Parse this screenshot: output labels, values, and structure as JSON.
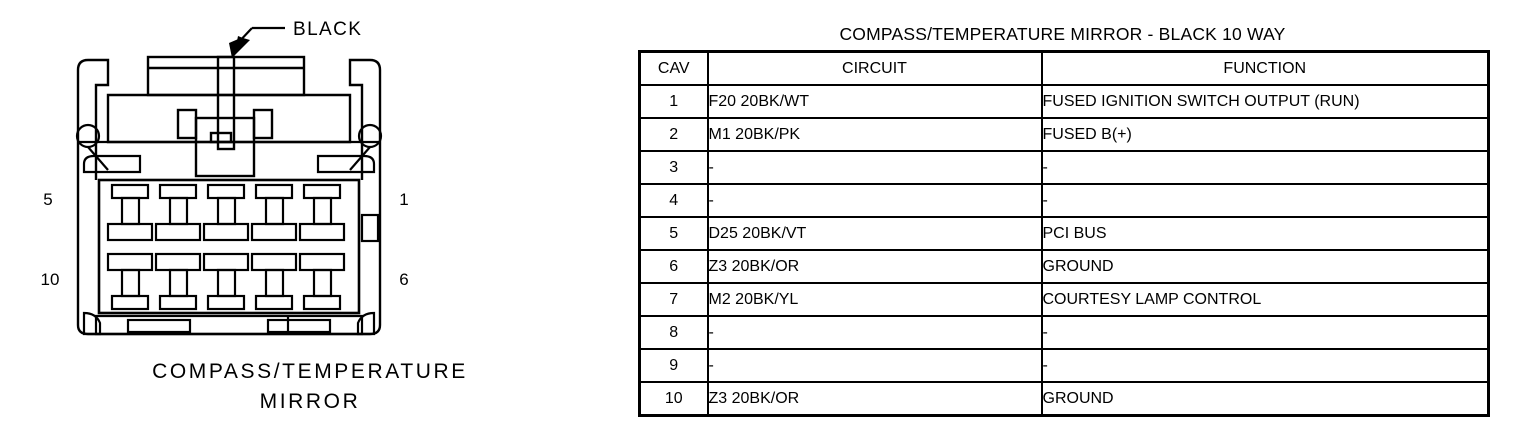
{
  "connector": {
    "callout_label": "BLACK",
    "caption_line_1": "COMPASS/TEMPERATURE",
    "caption_line_2": "MIRROR",
    "pin_labels": {
      "top_left": "5",
      "top_right": "1",
      "bottom_left": "10",
      "bottom_right": "6"
    },
    "cavity_count": 10,
    "rows_of_cavities": 2,
    "cavities_per_row": 5
  },
  "table": {
    "title": "COMPASS/TEMPERATURE MIRROR - BLACK 10 WAY",
    "columns": [
      "CAV",
      "CIRCUIT",
      "FUNCTION"
    ],
    "rows": [
      {
        "cav": "1",
        "circuit": "F20  20BK/WT",
        "function": "FUSED IGNITION SWITCH OUTPUT (RUN)"
      },
      {
        "cav": "2",
        "circuit": "M1  20BK/PK",
        "function": "FUSED B(+)"
      },
      {
        "cav": "3",
        "circuit": "-",
        "function": "-"
      },
      {
        "cav": "4",
        "circuit": "-",
        "function": "-"
      },
      {
        "cav": "5",
        "circuit": "D25  20BK/VT",
        "function": "PCI BUS"
      },
      {
        "cav": "6",
        "circuit": "Z3  20BK/OR",
        "function": "GROUND"
      },
      {
        "cav": "7",
        "circuit": "M2  20BK/YL",
        "function": "COURTESY LAMP CONTROL"
      },
      {
        "cav": "8",
        "circuit": "-",
        "function": "-"
      },
      {
        "cav": "9",
        "circuit": "-",
        "function": "-"
      },
      {
        "cav": "10",
        "circuit": "Z3  20BK/OR",
        "function": "GROUND"
      }
    ]
  },
  "colors": {
    "ink": "#000000",
    "paper": "#ffffff"
  }
}
